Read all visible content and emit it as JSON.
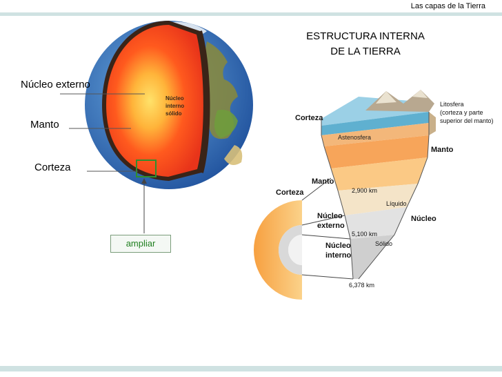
{
  "header": {
    "title": "Las capas de la Tierra"
  },
  "main_title": {
    "line1": "ESTRUCTURA INTERNA",
    "line2": "DE LA TIERRA"
  },
  "globe_labels": {
    "outer_core": "Núcleo externo",
    "mantle": "Manto",
    "crust": "Corteza",
    "inner_core_line1": "Núcleo",
    "inner_core_line2": "interno",
    "inner_core_line3": "sólido"
  },
  "zoom_button": {
    "label": "ampliar"
  },
  "section_labels": {
    "crust_top": "Corteza",
    "lithosphere_line1": "Litosfera",
    "lithosphere_line2": "(corteza y parte",
    "lithosphere_line3": "superior del manto)",
    "asthenosphere": "Astenosfera",
    "mantle_right": "Manto",
    "mantle_left": "Manto",
    "crust_left": "Corteza",
    "depth_1": "2,900 km",
    "liquid": "Líquido",
    "outer_core_line1": "Núcleo",
    "outer_core_line2": "externo",
    "core_right": "Núcleo",
    "depth_2": "5,100 km",
    "inner_core_line1": "Núcleo",
    "inner_core_line2": "interno",
    "solid": "Sólido",
    "depth_3": "6,378 km"
  }
}
